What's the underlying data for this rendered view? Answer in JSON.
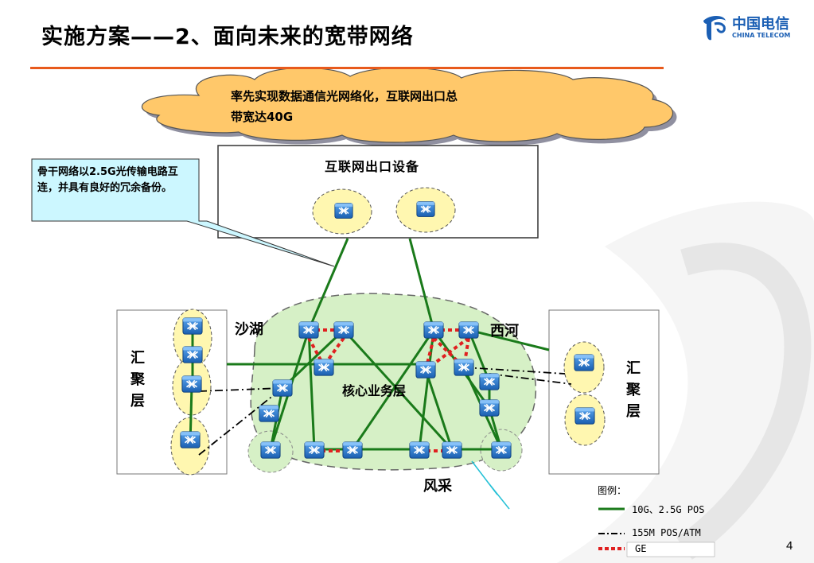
{
  "slide": {
    "title": "实施方案——2、面向未来的宽带网络",
    "page_number": "4"
  },
  "logo": {
    "name_cn": "中国电信",
    "name_en": "CHINA TELECOM",
    "brand_color": "#1b5fb4"
  },
  "cloud": {
    "text_line1": "率先实现数据通信光网络化，互联网出口总",
    "text_line2": "带宽达40G"
  },
  "exit_box": {
    "label": "互联网出口设备"
  },
  "callout": {
    "text": "骨干网络以2.5G光传输电路互连，并具有良好的冗余备份。"
  },
  "regions": {
    "left_aggregation": "汇聚层",
    "right_aggregation": "汇聚层",
    "core": "核心业务层",
    "site_shahu": "沙湖",
    "site_xihe": "西河",
    "site_fengcai": "风采"
  },
  "legend": {
    "title": "图例：",
    "items": [
      {
        "label": "10G、2.5G POS",
        "style": "solid-green",
        "color": "#1a7a1a"
      },
      {
        "label": "155M POS/ATM",
        "style": "dash-dot-black",
        "color": "#000000"
      },
      {
        "label": "GE",
        "style": "dotted-red",
        "color": "#e02020"
      }
    ]
  },
  "icons": [
    "router-icon",
    "cloud-shape",
    "china-telecom-logo-icon"
  ]
}
